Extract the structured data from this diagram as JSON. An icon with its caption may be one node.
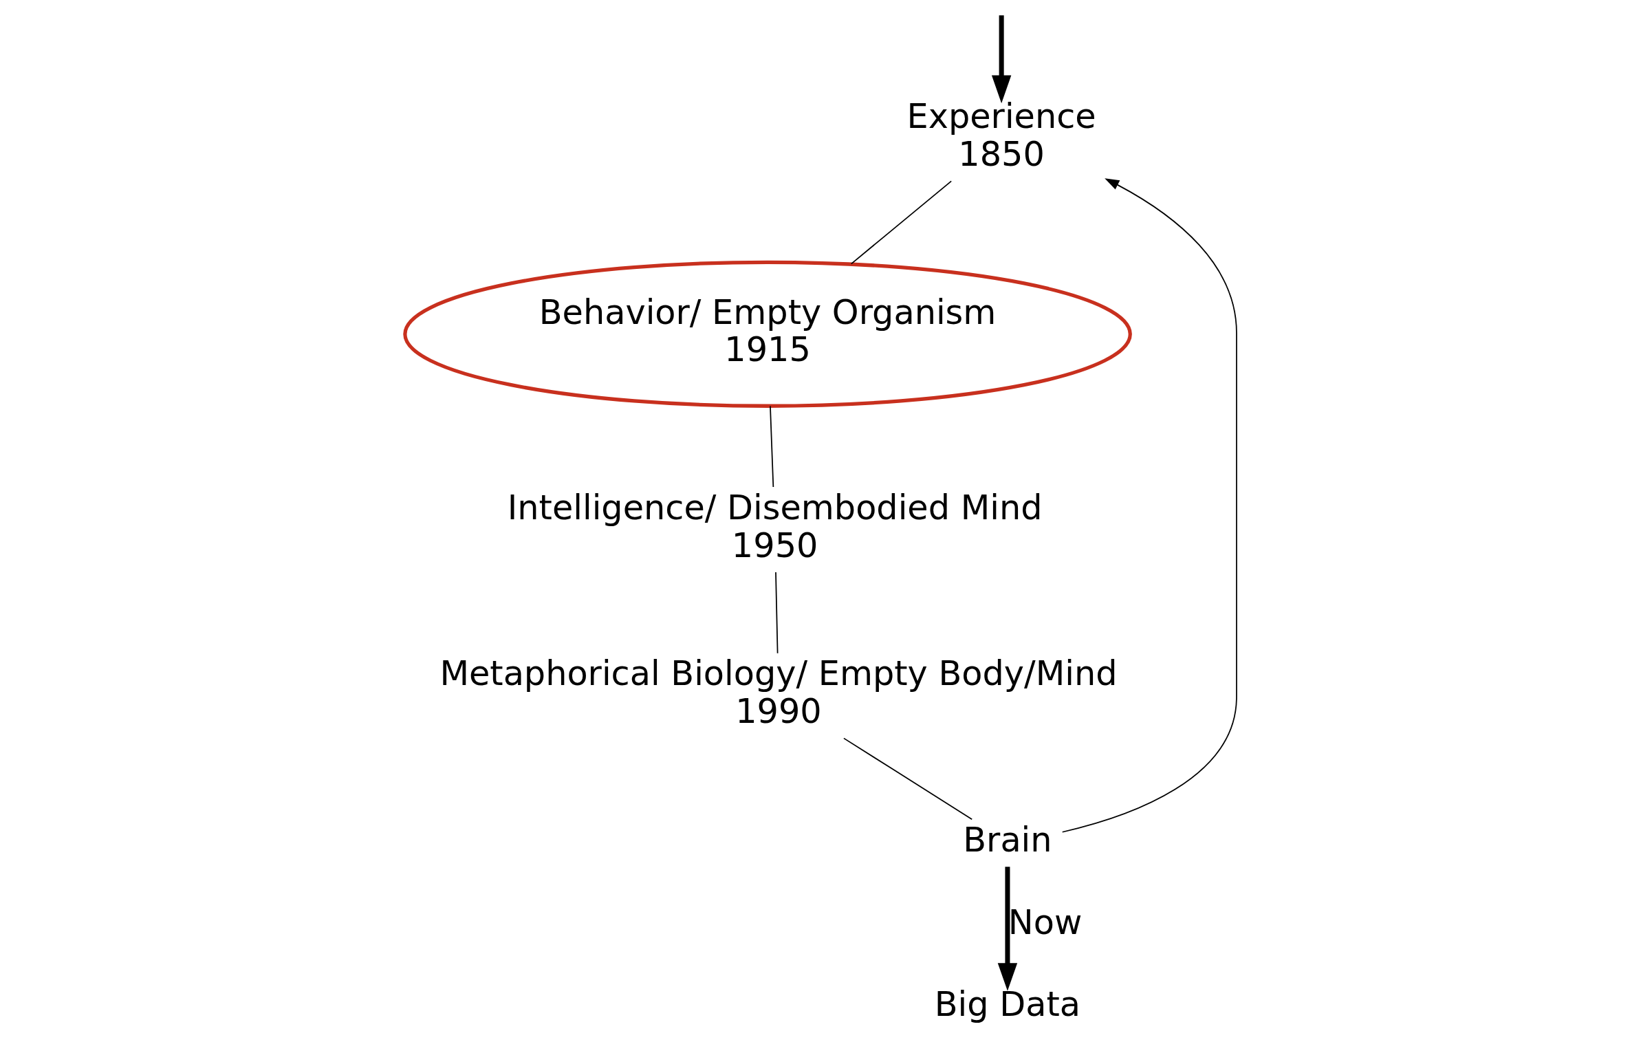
{
  "diagram": {
    "nodes": [
      {
        "text": [
          "Experience",
          "1850"
        ]
      },
      {
        "text": [
          "Behavior/ Empty Organism",
          "1915"
        ]
      },
      {
        "text": [
          "Intelligence/ Disembodied Mind",
          "1950"
        ]
      },
      {
        "text": [
          "Metaphorical Biology/ Empty Body/Mind",
          "1990"
        ]
      },
      {
        "text": [
          "Brain"
        ]
      },
      {
        "text": [
          "Big Data"
        ]
      }
    ],
    "edges": [
      {
        "from": null,
        "to": 0,
        "arrow": "to",
        "style": "thick"
      },
      {
        "from": 0,
        "to": 1,
        "arrow": "none"
      },
      {
        "from": 1,
        "to": 2,
        "arrow": "none"
      },
      {
        "from": 2,
        "to": 3,
        "arrow": "none"
      },
      {
        "from": 3,
        "to": 4,
        "arrow": "none"
      },
      {
        "from": 4,
        "to": 0,
        "arrow": "to"
      },
      {
        "from": 4,
        "to": 5,
        "arrow": "to",
        "style": "thick",
        "label": "Now"
      }
    ]
  }
}
